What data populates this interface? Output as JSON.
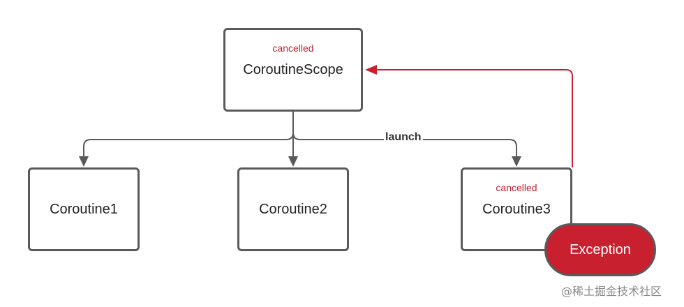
{
  "diagram": {
    "scope": {
      "label": "CoroutineScope",
      "status": "cancelled"
    },
    "edge_label": "launch",
    "coroutines": [
      {
        "label": "Coroutine1"
      },
      {
        "label": "Coroutine2"
      },
      {
        "label": "Coroutine3",
        "status": "cancelled"
      }
    ],
    "exception": {
      "label": "Exception"
    }
  },
  "watermark": "@稀土掘金技术社区",
  "colors": {
    "border": "#5a5a5a",
    "connector": "#5a5a5a",
    "cancel_path": "#c8202f",
    "status_text": "#c0202f",
    "exception_fill": "#c8202f"
  }
}
